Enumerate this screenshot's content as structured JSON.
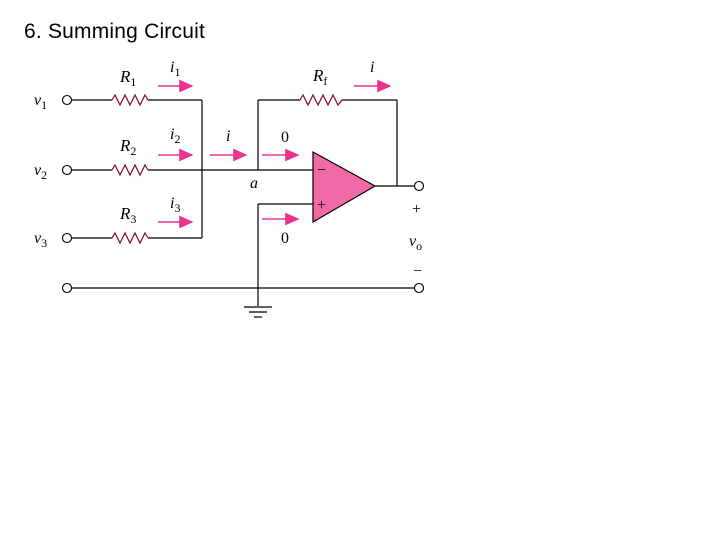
{
  "title": "6. Summing Circuit",
  "labels": {
    "v1": "v",
    "v1_sub": "1",
    "v2": "v",
    "v2_sub": "2",
    "v3": "v",
    "v3_sub": "3",
    "R1": "R",
    "R1_sub": "1",
    "R2": "R",
    "R2_sub": "2",
    "R3": "R",
    "R3_sub": "3",
    "Rf": "R",
    "Rf_sub": "f",
    "i1": "i",
    "i1_sub": "1",
    "i2": "i",
    "i2_sub": "2",
    "i3": "i",
    "i3_sub": "3",
    "i_in": "i",
    "i_fb": "i",
    "zero_minus": "0",
    "zero_plus": "0",
    "node_a": "a",
    "minus_input": "−",
    "plus_input": "+",
    "vo": "v",
    "vo_sub": "o",
    "out_plus": "+",
    "out_minus": "−"
  },
  "colors": {
    "opamp_fill": "#f06aa8",
    "opamp_stroke": "#000000",
    "arrow": "#e8338f",
    "resistor": "#7a0a2a",
    "wire": "#000000"
  }
}
